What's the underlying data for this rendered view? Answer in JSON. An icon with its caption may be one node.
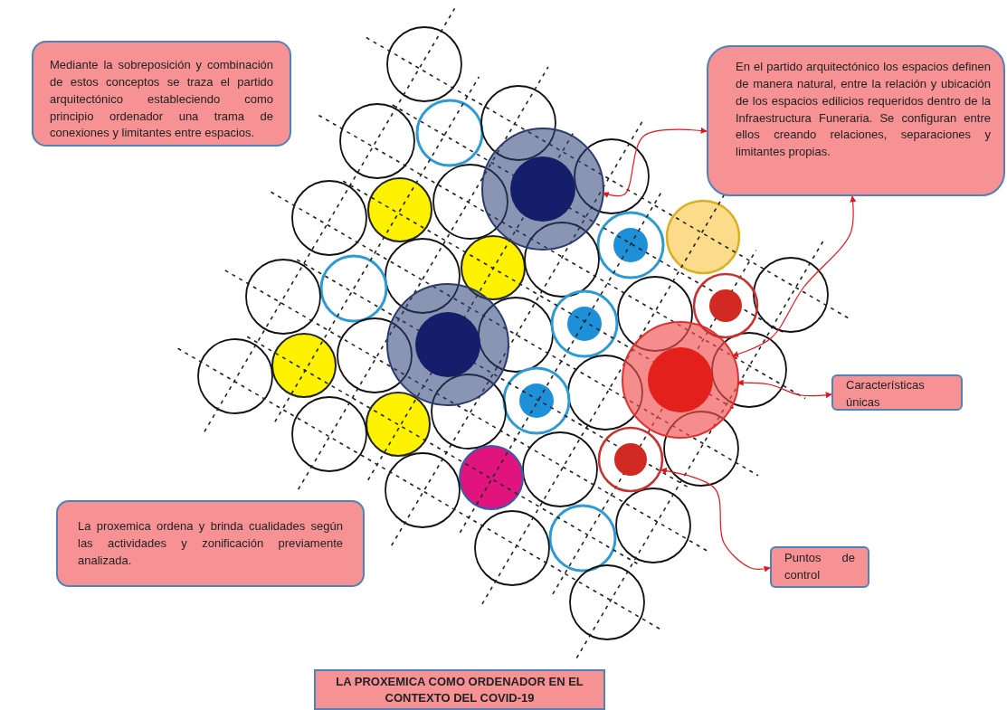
{
  "diagram": {
    "title": "LA PROXEMICA COMO ORDENADOR EN EL CONTEXTO DEL COVID-19",
    "nodes": [
      {
        "text": [
          "Mediante la sobreposición y combinación de estos conceptos se traza el partido arquitectónico estableciendo como principio ordenador una trama de conexiones y limitantes entre espacios."
        ]
      },
      {
        "text": [
          "En el partido arquitectónico los espacios definen de manera natural, entre la relación y ubicación de los espacios edilicios requeridos dentro de la Infraestructura Funeraria. Se configuran entre ellos creando relaciones, separaciones y limitantes propias."
        ]
      },
      {
        "text": [],
        "shape": "circle"
      },
      {
        "text": [],
        "shape": "circle"
      },
      {
        "text": [
          "Características únicas"
        ]
      },
      {
        "text": [],
        "shape": "circle"
      },
      {
        "text": [
          "Puntos de control"
        ]
      },
      {
        "text": [
          "La proxemica ordena y brinda cualidades según las actividades y zonificación previamente analizada."
        ]
      },
      {
        "text": [],
        "shape": "circle"
      },
      {
        "text": [],
        "shape": "circle"
      }
    ],
    "edges": [
      {
        "from": 2,
        "to": 1,
        "arrow": "both"
      },
      {
        "from": 3,
        "to": 1,
        "arrow": "both"
      },
      {
        "from": 3,
        "to": 4,
        "arrow": "both"
      },
      {
        "from": 5,
        "to": 6,
        "arrow": "both"
      }
    ]
  }
}
